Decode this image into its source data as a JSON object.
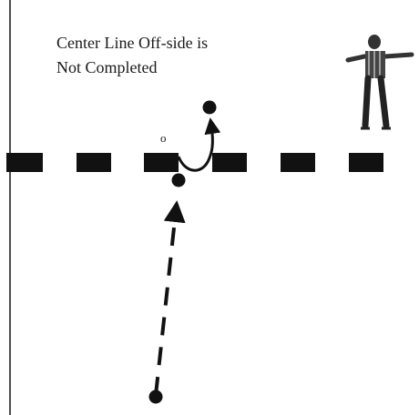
{
  "caption": {
    "line1": "Center Line Off-side is",
    "line2": "Not Completed"
  },
  "marker_label": "o",
  "colors": {
    "ink": "#111111",
    "background": "#ffffff"
  }
}
